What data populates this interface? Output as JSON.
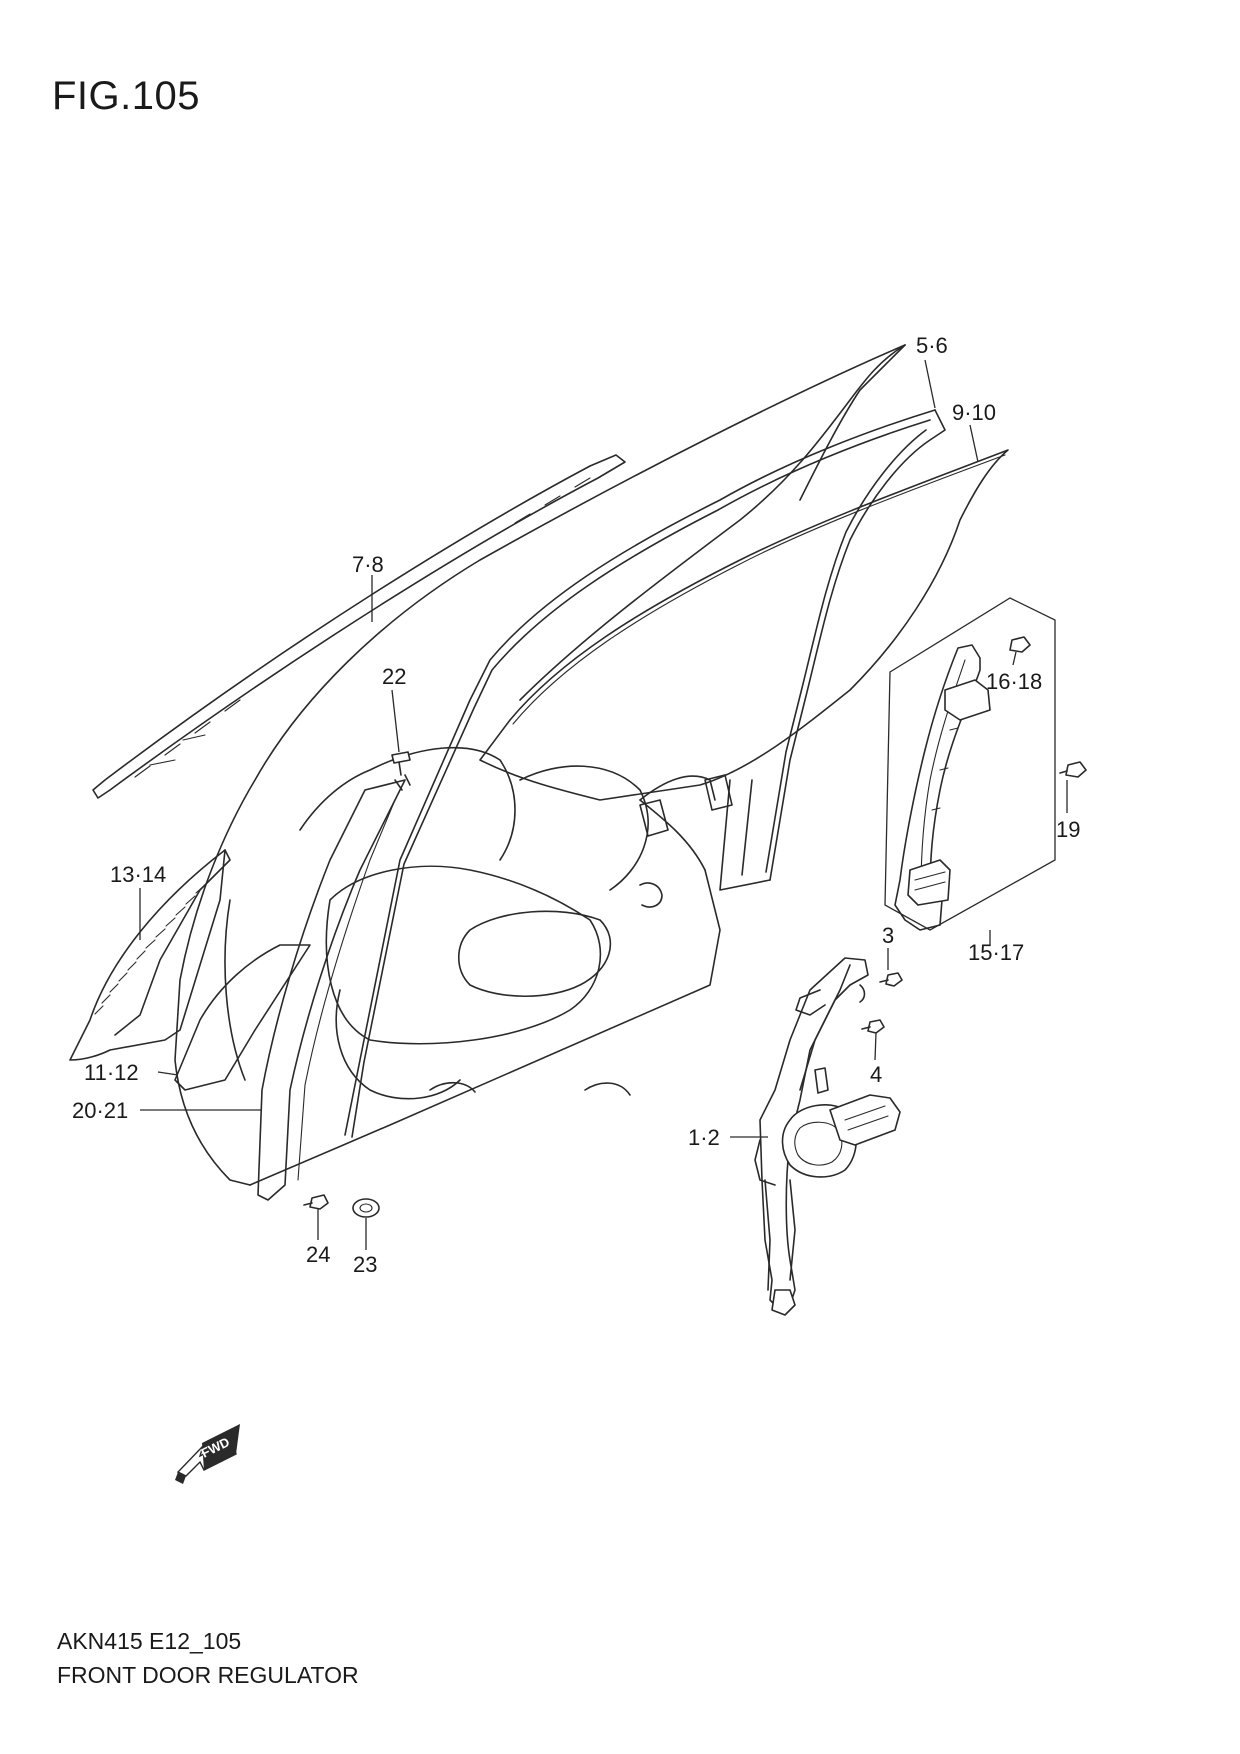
{
  "figure": {
    "title": "FIG.105",
    "code": "AKN415 E12_105",
    "name": "FRONT DOOR REGULATOR"
  },
  "fwd_arrow": {
    "label": "FWD"
  },
  "callouts": {
    "c56": "5·6",
    "c910": "9·10",
    "c78": "7·8",
    "c22": "22",
    "c1618": "16·18",
    "c19": "19",
    "c1314": "13·14",
    "c1517": "15·17",
    "c3": "3",
    "c4": "4",
    "c1112": "11·12",
    "c2021": "20·21",
    "c12": "1·2",
    "c24": "24",
    "c23": "23"
  }
}
